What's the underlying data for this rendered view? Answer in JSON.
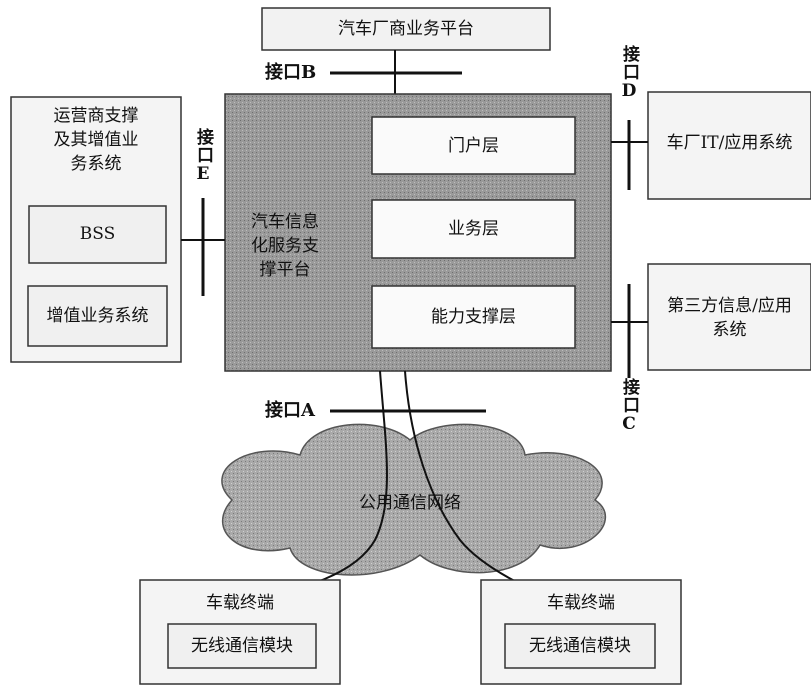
{
  "diagram": {
    "top_platform": "汽车厂商业务平台",
    "central_platform": "汽车信息化服务支撑平台",
    "central_platform_lines": [
      "汽车信息",
      "化服务支",
      "撑平台"
    ],
    "layers": [
      "门户层",
      "业务层",
      "能力支撑层"
    ],
    "operator_support": {
      "title_lines": [
        "运营商支撑",
        "及其增值业",
        "务系统"
      ],
      "systems": [
        "BSS",
        "增值业务系统"
      ]
    },
    "automaker_it": "车厂IT/应用系统",
    "third_party_lines": [
      "第三方信息/应用",
      "系统"
    ],
    "network": "公用通信网络",
    "terminals": [
      {
        "title": "车载终端",
        "module": "无线通信模块"
      },
      {
        "title": "车载终端",
        "module": "无线通信模块"
      }
    ],
    "interfaces": {
      "a": "接口A",
      "b": "接口B",
      "c": "接口C",
      "d": "接口D",
      "e": "接口E"
    },
    "colors": {
      "platform_fill": "#8c8c8c",
      "cloud_fill": "#a8a8a8",
      "line": "#111111",
      "box_border": "#333333"
    }
  }
}
